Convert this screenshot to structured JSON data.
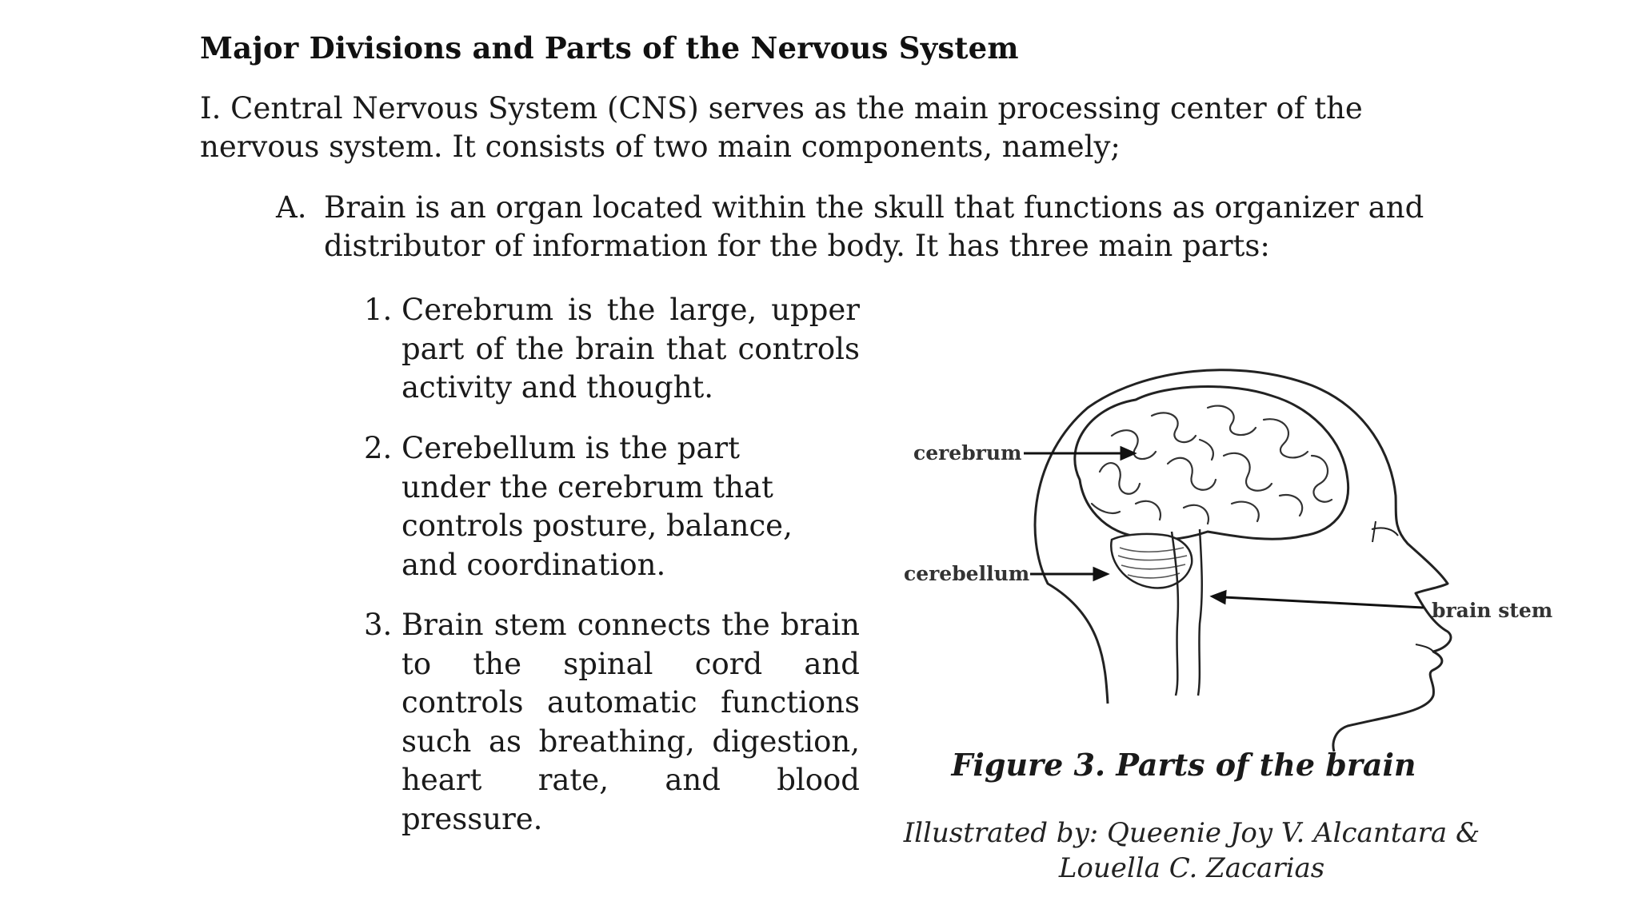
{
  "heading": "Major Divisions and Parts of the Nervous System",
  "intro": "I. Central Nervous System (CNS) serves as the main processing center of the nervous system. It consists of two main components, namely;",
  "section_a": {
    "label": "A.",
    "line1": "Brain is an organ located within the skull that functions as organizer and",
    "line2": "distributor of information for the body. It has three main parts:"
  },
  "parts": [
    {
      "number": "1.",
      "text": "Cerebrum is the large, upper part of the brain that controls activity and thought."
    },
    {
      "number": "2.",
      "text": "Cerebellum is the part under the cerebrum that controls posture, balance, and coordination."
    },
    {
      "number": "3.",
      "text": "Brain stem connects the brain to the spinal cord and controls automatic functions such as breathing, digestion, heart rate, and blood pressure."
    }
  ],
  "figure": {
    "labels": {
      "cerebrum": "cerebrum",
      "cerebellum": "cerebellum",
      "brain_stem": "brain stem"
    },
    "caption": "Figure 3. Parts of the brain",
    "credit_line1": "Illustrated by: Queenie Joy V. Alcantara &",
    "credit_line2": "Louella C. Zacarias"
  }
}
